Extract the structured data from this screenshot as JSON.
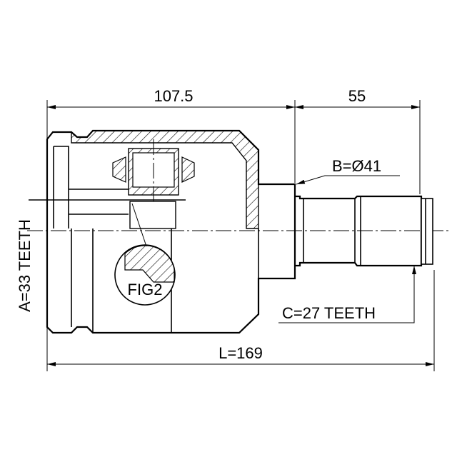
{
  "dimensions": {
    "housing_length": "107.5",
    "shaft_length": "55",
    "overall_length": "L=169",
    "shaft_diameter": "B=Ø41",
    "inner_teeth": "A=33 TEETH",
    "outer_teeth": "C=27 TEETH"
  },
  "detail_label": "FIG2",
  "colors": {
    "line": "#000000",
    "background": "#ffffff"
  }
}
